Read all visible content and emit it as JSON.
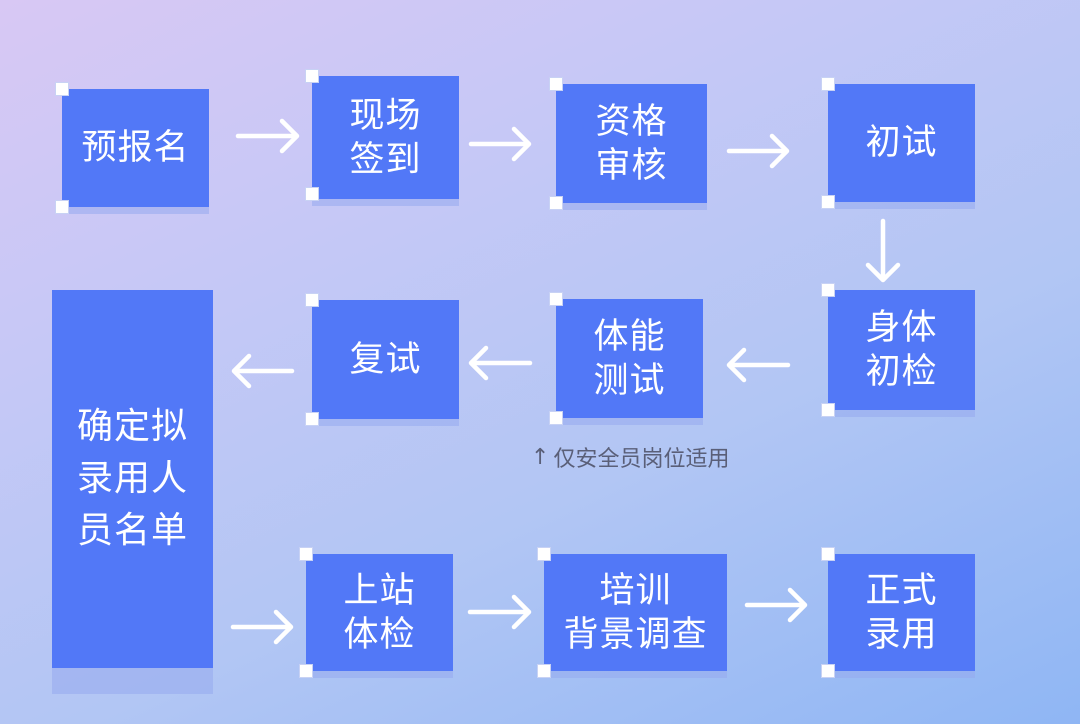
{
  "flowchart": {
    "steps": {
      "pre_register": "预报名",
      "onsite_signin": "现场\n签到",
      "qualification_review": "资格\n审核",
      "first_interview": "初试",
      "physical_check": "身体\n初检",
      "fitness_test": "体能\n测试",
      "second_interview": "复试",
      "candidate_list": "确定拟\n录用人\n员名单",
      "onsite_medical": "上站\n体检",
      "training_background": "培训\n背景调查",
      "official_hire": "正式\n录用"
    },
    "note": {
      "arrow_icon": "up-arrow-icon",
      "text": "仅安全员岗位适用"
    }
  },
  "colors": {
    "box": "#5278f7",
    "box_text": "#ffffff",
    "arrow": "#ffffff",
    "note_text": "#5a5f78"
  }
}
